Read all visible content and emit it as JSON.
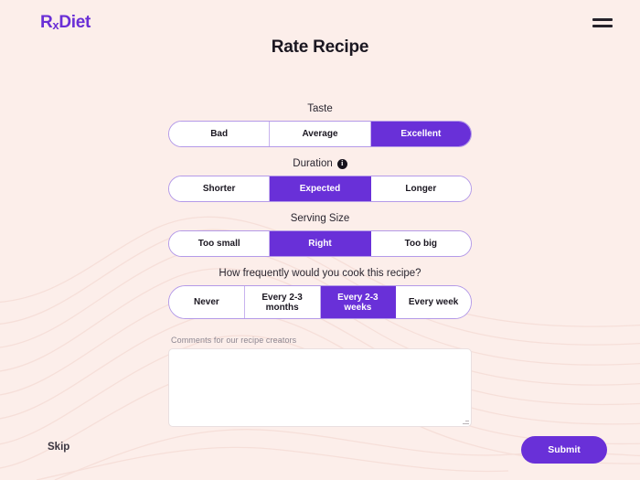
{
  "brand": {
    "name_prefix": "R",
    "name_sub": "x",
    "name_suffix": "Diet",
    "color": "#6A2FD6"
  },
  "header": {
    "menu_icon": "hamburger-menu-icon",
    "title": "Rate Recipe"
  },
  "theme": {
    "background": "#FCEEEA",
    "accent": "#6930D8",
    "border": "#B49AE8",
    "text": "#1B1721"
  },
  "form": {
    "fields": [
      {
        "label": "Taste",
        "has_info": false,
        "tall": false,
        "options": [
          {
            "label": "Bad",
            "selected": false
          },
          {
            "label": "Average",
            "selected": false
          },
          {
            "label": "Excellent",
            "selected": true
          }
        ]
      },
      {
        "label": "Duration",
        "has_info": true,
        "info_glyph": "i",
        "tall": false,
        "options": [
          {
            "label": "Shorter",
            "selected": false
          },
          {
            "label": "Expected",
            "selected": true
          },
          {
            "label": "Longer",
            "selected": false
          }
        ]
      },
      {
        "label": "Serving Size",
        "has_info": false,
        "tall": false,
        "options": [
          {
            "label": "Too small",
            "selected": false
          },
          {
            "label": "Right",
            "selected": true
          },
          {
            "label": "Too big",
            "selected": false
          }
        ]
      },
      {
        "label": "How frequently would you cook this recipe?",
        "has_info": false,
        "tall": true,
        "options": [
          {
            "label": "Never",
            "selected": false
          },
          {
            "label": "Every 2-3\nmonths",
            "selected": false
          },
          {
            "label": "Every 2-3\nweeks",
            "selected": true
          },
          {
            "label": "Every week",
            "selected": false
          }
        ]
      }
    ],
    "comments": {
      "label": "Comments for our recipe creators",
      "value": "",
      "placeholder": ""
    }
  },
  "footer": {
    "skip_label": "Skip",
    "submit_label": "Submit"
  }
}
